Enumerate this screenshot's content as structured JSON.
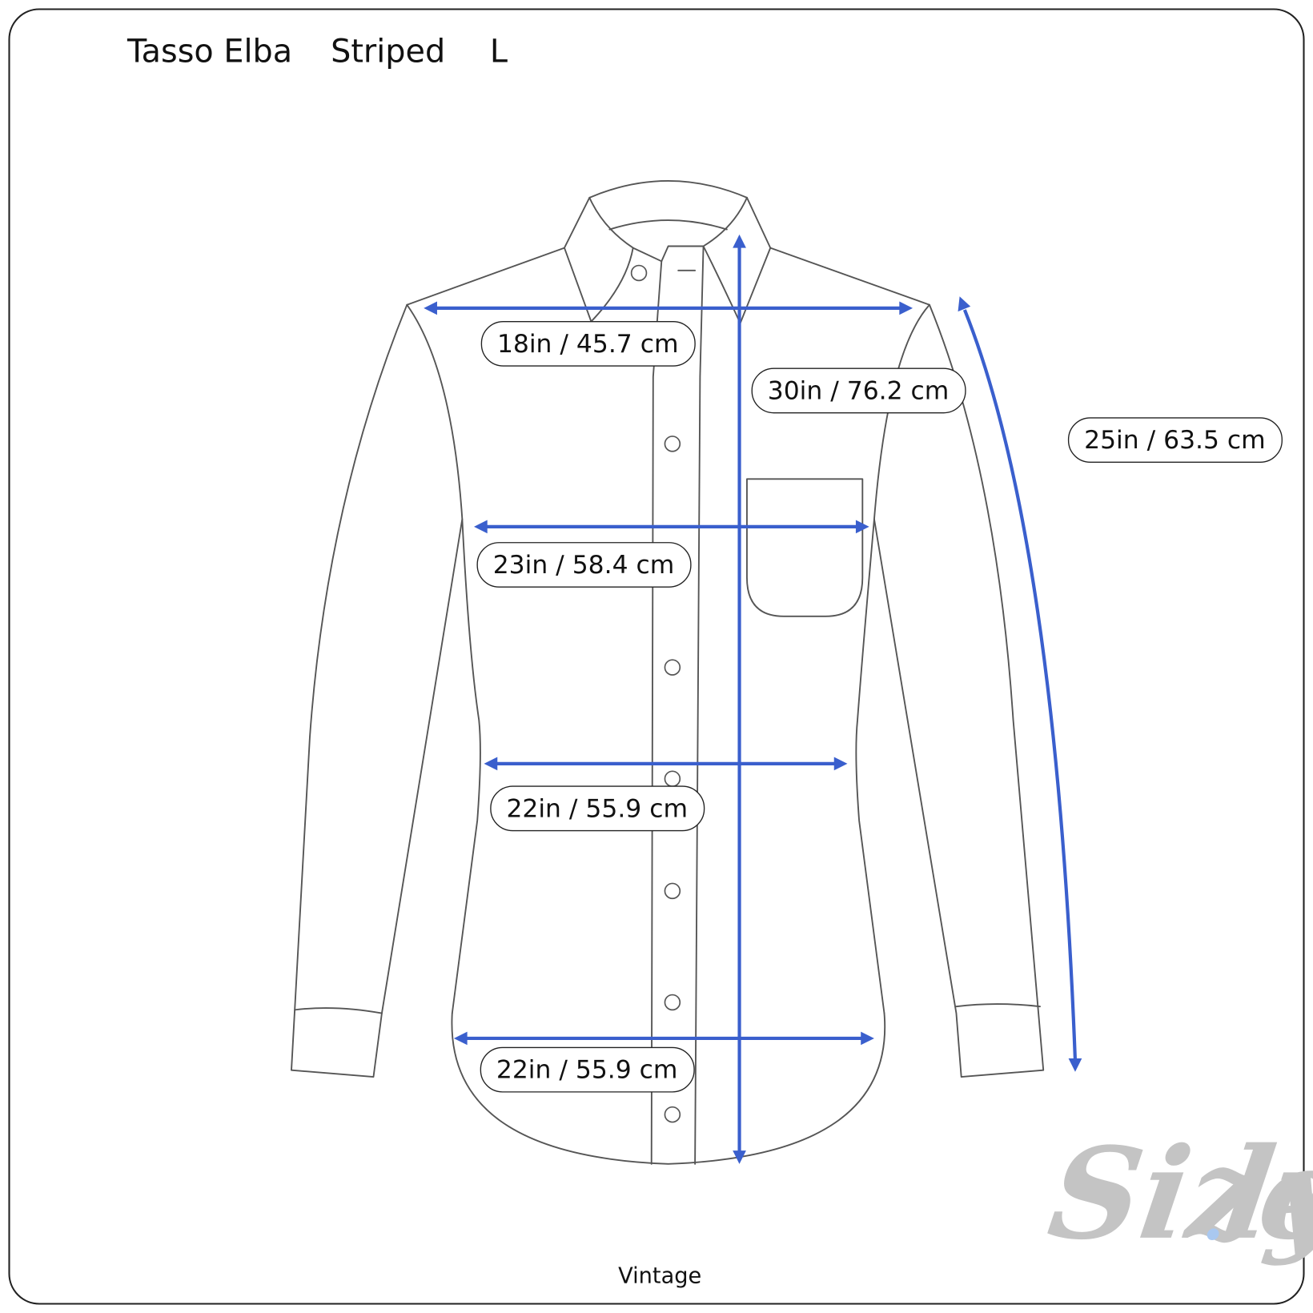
{
  "header": {
    "brand": "Tasso Elba",
    "style": "Striped",
    "size": "L"
  },
  "measurements": {
    "shoulder": "18in / 45.7 cm",
    "length": "30in / 76.2 cm",
    "sleeve": "25in / 63.5 cm",
    "chest": "23in / 58.4 cm",
    "waist": "22in / 55.9 cm",
    "hem": "22in / 55.9 cm"
  },
  "footer": {
    "label": "Vintage"
  },
  "watermark": {
    "text": "Size.ly",
    "main": "Size",
    "dot_color": "#a9c8f0",
    "tail": "ly"
  },
  "colors": {
    "arrow": "#3a5fcd",
    "outline": "#555555",
    "watermark": "#c4c4c4"
  }
}
